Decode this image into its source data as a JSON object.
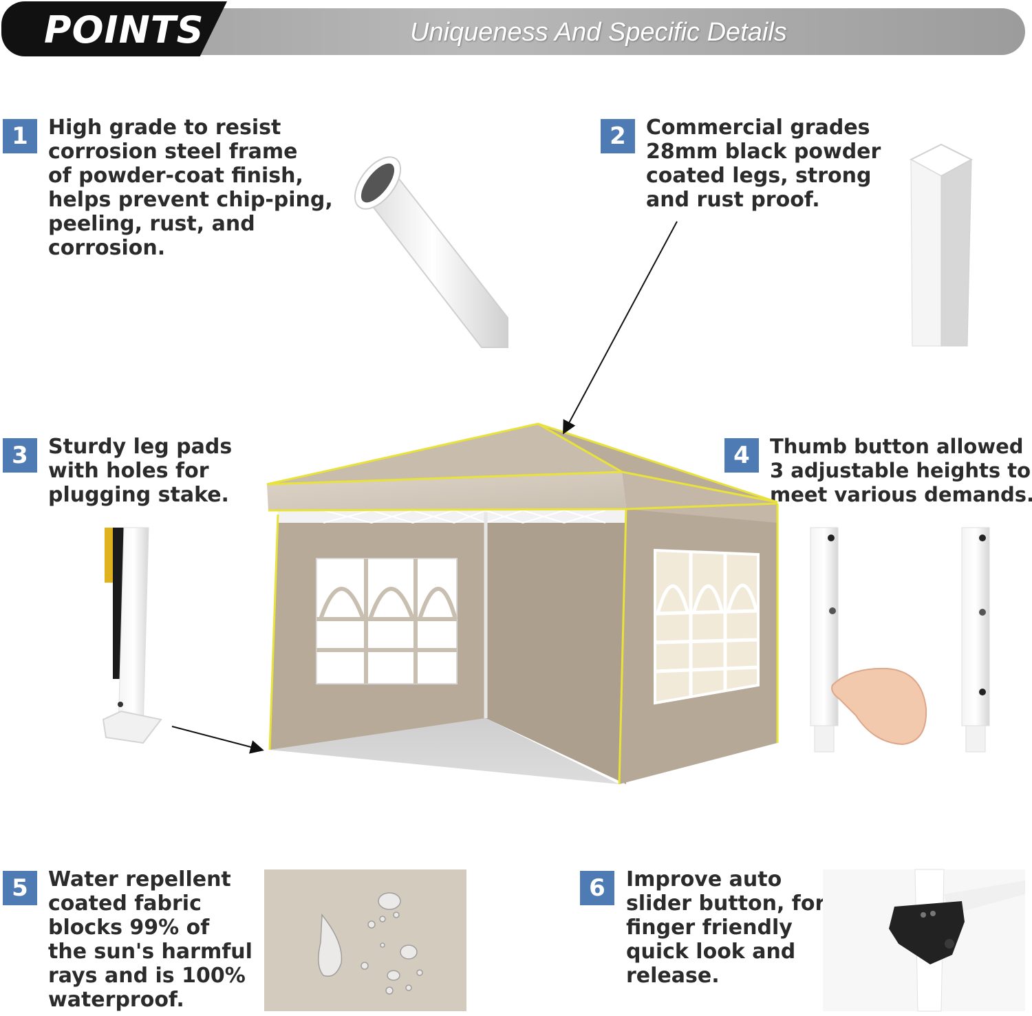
{
  "header": {
    "tab_label": "POINTS",
    "subtitle": "Uniqueness And Specific Details"
  },
  "features": [
    {
      "number": "1",
      "lines": [
        "High grade to resist",
        "corrosion steel frame",
        "of powder-coat finish,",
        "helps prevent chip-ping,",
        "peeling, rust, and",
        "corrosion."
      ]
    },
    {
      "number": "2",
      "lines": [
        "Commercial grades",
        "28mm black powder",
        "coated legs, strong",
        "and rust proof."
      ]
    },
    {
      "number": "3",
      "lines": [
        "Sturdy leg pads",
        "with holes for",
        "plugging stake."
      ]
    },
    {
      "number": "4",
      "lines": [
        "Thumb button allowed",
        "3 adjustable heights to",
        "meet various demands."
      ]
    },
    {
      "number": "5",
      "lines": [
        "Water repellent",
        "coated fabric",
        "blocks 99% of",
        "the sun's harmful",
        "rays and is 100%",
        "waterproof."
      ]
    },
    {
      "number": "6",
      "lines": [
        "Improve auto",
        "slider button, for",
        "finger friendly",
        "quick look and",
        "release."
      ]
    }
  ],
  "colors": {
    "badge": "#4f7bb5",
    "tent_fabric": "#b3a594",
    "tent_trim": "#e8e23a",
    "header_tab": "#111111"
  }
}
